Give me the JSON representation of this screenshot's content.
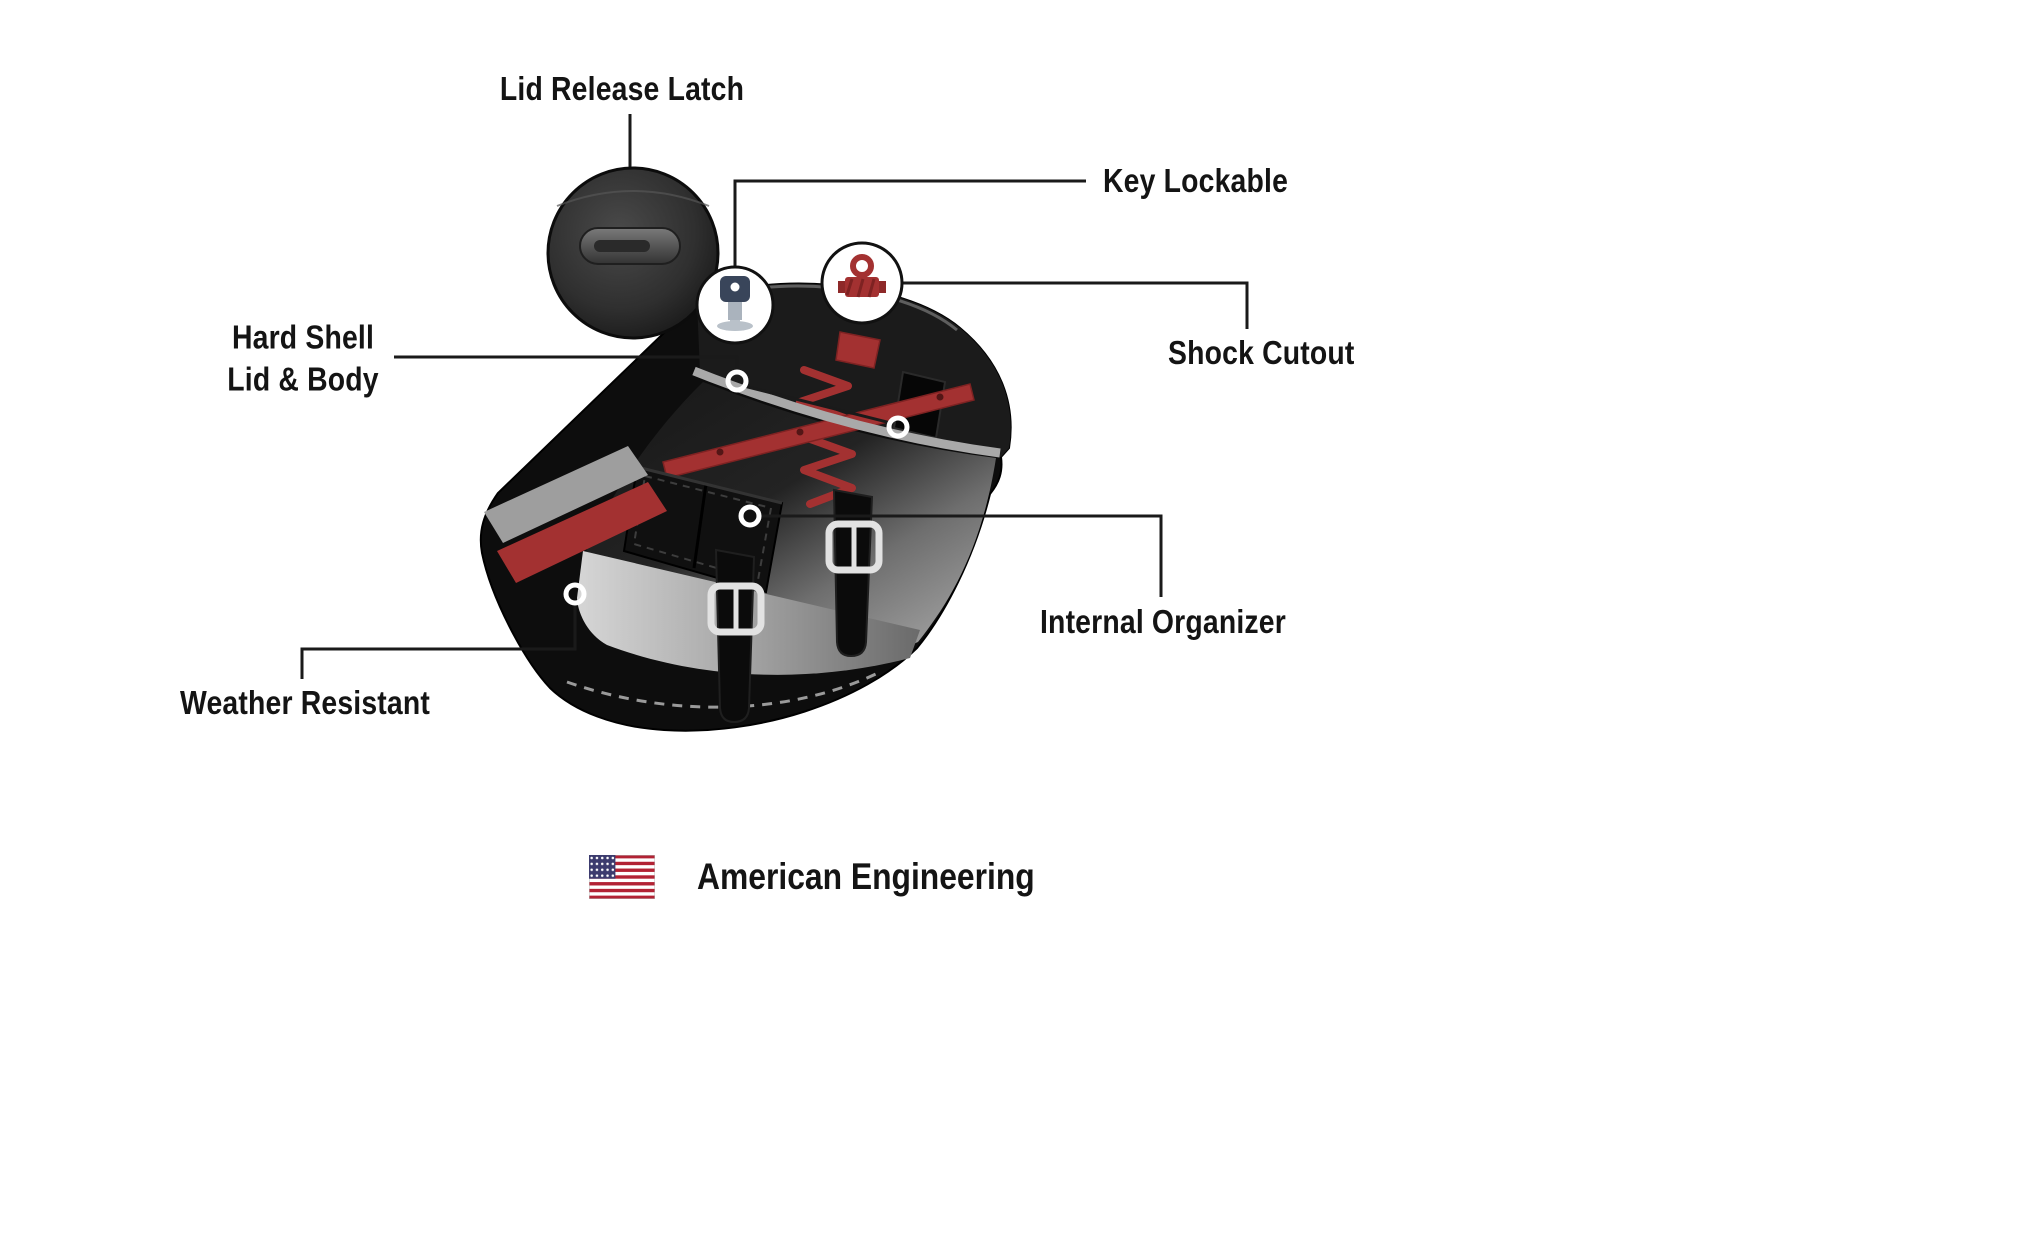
{
  "labels": {
    "lid_release_latch": "Lid Release Latch",
    "key_lockable": "Key Lockable",
    "shock_cutout": "Shock Cutout",
    "hard_shell_line1": "Hard Shell",
    "hard_shell_line2": "Lid & Body",
    "internal_organizer": "Internal Organizer",
    "weather_resistant": "Weather Resistant"
  },
  "footer": {
    "american_engineering": "American Engineering"
  },
  "icons": {
    "latch_inset": "lid-latch-closeup",
    "key": "key-icon",
    "shock": "shock-absorber-icon",
    "flag": "us-flag-icon",
    "markers": "callout-marker-dot"
  },
  "colors": {
    "accent_red": "#A33131",
    "accent_red_dark": "#7E2222",
    "bag_black": "#0D0D0D",
    "trim_gray": "#A9A9A9",
    "line_black": "#1A1A1A",
    "flag_red": "#B22234",
    "flag_blue": "#3C3B6E"
  }
}
